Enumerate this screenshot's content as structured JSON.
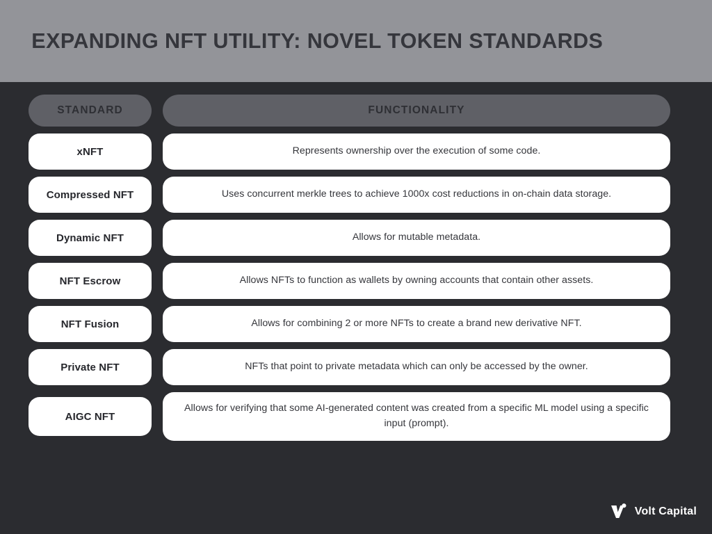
{
  "header": {
    "title": "EXPANDING NFT UTILITY: NOVEL TOKEN STANDARDS",
    "background_color": "#939499",
    "title_color": "#35363c"
  },
  "theme": {
    "page_background": "#2b2c30",
    "header_pill_color": "#5f6066",
    "row_pill_color": "#ffffff",
    "row_text_color": "#35363b"
  },
  "table": {
    "columns": [
      {
        "key": "standard",
        "label": "STANDARD"
      },
      {
        "key": "functionality",
        "label": "FUNCTIONALITY"
      }
    ],
    "rows": [
      {
        "standard": "xNFT",
        "functionality": "Represents ownership over the execution of some code."
      },
      {
        "standard": "Compressed NFT",
        "functionality": "Uses concurrent merkle trees to achieve 1000x cost reductions in on-chain data storage."
      },
      {
        "standard": "Dynamic NFT",
        "functionality": "Allows for mutable metadata."
      },
      {
        "standard": "NFT Escrow",
        "functionality": "Allows NFTs to function as wallets by owning accounts that contain other assets."
      },
      {
        "standard": "NFT Fusion",
        "functionality": "Allows for combining 2 or more NFTs to create a brand new derivative NFT."
      },
      {
        "standard": "Private NFT",
        "functionality": "NFTs that point to private metadata which can only be accessed by the owner."
      },
      {
        "standard": "AIGC NFT",
        "functionality": "Allows for verifying that some AI-generated content was created from a specific ML model using a specific input (prompt)."
      }
    ]
  },
  "footer": {
    "brand_name": "Volt Capital",
    "logo_icon": "volt-v-mark-icon",
    "logo_color": "#ffffff"
  }
}
